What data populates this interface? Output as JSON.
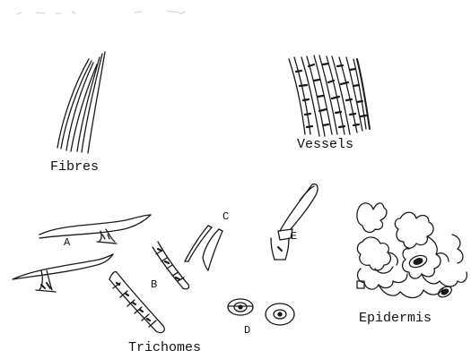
{
  "labels": {
    "fibres": "Fibres",
    "vessels": "Vessels",
    "trichomes": "Trichomes",
    "epidermis": "Epidermis",
    "a": "A",
    "b": "B",
    "c": "C",
    "d": "D",
    "e": "E"
  },
  "ink_color": "#1a1a1a"
}
